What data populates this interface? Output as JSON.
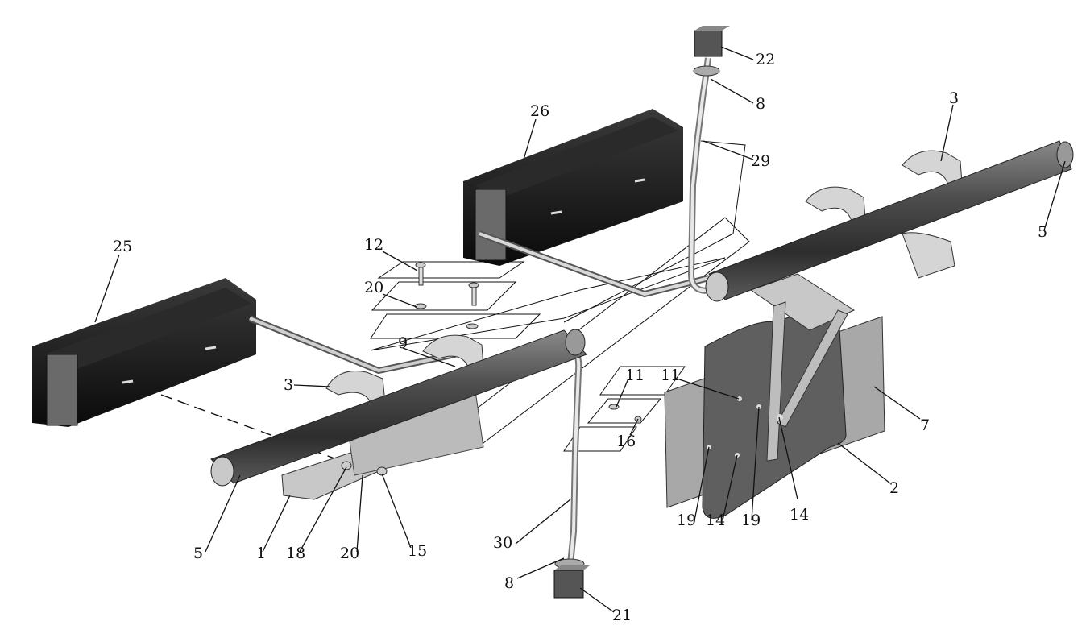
{
  "figure": {
    "callouts": [
      {
        "id": "c25",
        "label": "25"
      },
      {
        "id": "c26",
        "label": "26"
      },
      {
        "id": "c22",
        "label": "22"
      },
      {
        "id": "c8a",
        "label": "8"
      },
      {
        "id": "c29",
        "label": "29"
      },
      {
        "id": "c3a",
        "label": "3"
      },
      {
        "id": "c5a",
        "label": "5"
      },
      {
        "id": "c12",
        "label": "12"
      },
      {
        "id": "c20a",
        "label": "20"
      },
      {
        "id": "c9",
        "label": "9"
      },
      {
        "id": "c3b",
        "label": "3"
      },
      {
        "id": "c11a",
        "label": "11"
      },
      {
        "id": "c11b",
        "label": "11"
      },
      {
        "id": "c7",
        "label": "7"
      },
      {
        "id": "c16",
        "label": "16"
      },
      {
        "id": "c2",
        "label": "2"
      },
      {
        "id": "c19a",
        "label": "19"
      },
      {
        "id": "c14a",
        "label": "14"
      },
      {
        "id": "c19b",
        "label": "19"
      },
      {
        "id": "c14b",
        "label": "14"
      },
      {
        "id": "c30",
        "label": "30"
      },
      {
        "id": "c8b",
        "label": "8"
      },
      {
        "id": "c21",
        "label": "21"
      },
      {
        "id": "c5b",
        "label": "5"
      },
      {
        "id": "c1",
        "label": "1"
      },
      {
        "id": "c18",
        "label": "18"
      },
      {
        "id": "c20b",
        "label": "20"
      },
      {
        "id": "c15",
        "label": "15"
      }
    ]
  }
}
